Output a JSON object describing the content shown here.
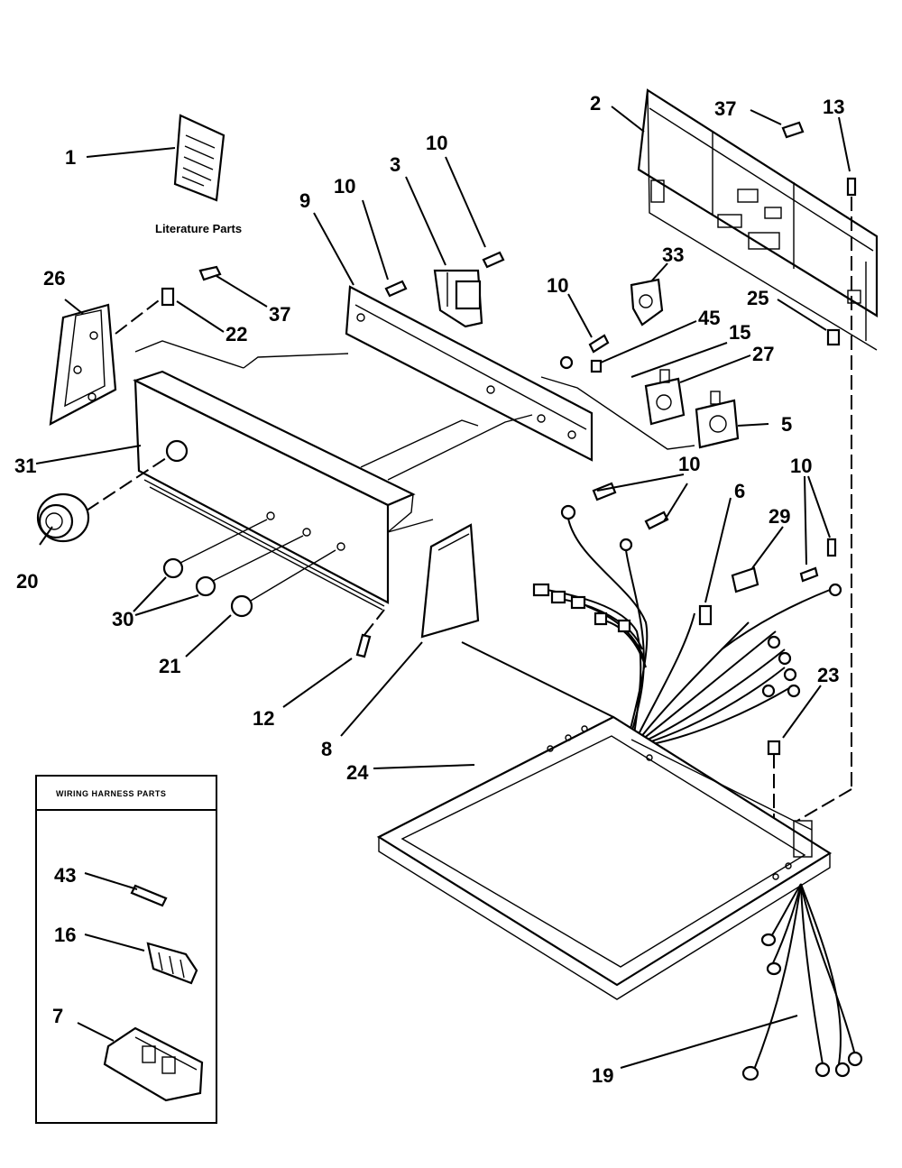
{
  "literature_caption": "Literature Parts",
  "wiring_box_title": "WIRING HARNESS PARTS",
  "callouts": [
    {
      "id": "1",
      "text": "1"
    },
    {
      "id": "2",
      "text": "2"
    },
    {
      "id": "3",
      "text": "3"
    },
    {
      "id": "5",
      "text": "5"
    },
    {
      "id": "6",
      "text": "6"
    },
    {
      "id": "7",
      "text": "7"
    },
    {
      "id": "8",
      "text": "8"
    },
    {
      "id": "9",
      "text": "9"
    },
    {
      "id": "10a",
      "text": "10"
    },
    {
      "id": "10b",
      "text": "10"
    },
    {
      "id": "10c",
      "text": "10"
    },
    {
      "id": "10d",
      "text": "10"
    },
    {
      "id": "10e",
      "text": "10"
    },
    {
      "id": "12",
      "text": "12"
    },
    {
      "id": "13",
      "text": "13"
    },
    {
      "id": "15",
      "text": "15"
    },
    {
      "id": "16",
      "text": "16"
    },
    {
      "id": "19",
      "text": "19"
    },
    {
      "id": "20",
      "text": "20"
    },
    {
      "id": "21",
      "text": "21"
    },
    {
      "id": "22",
      "text": "22"
    },
    {
      "id": "23",
      "text": "23"
    },
    {
      "id": "24",
      "text": "24"
    },
    {
      "id": "25",
      "text": "25"
    },
    {
      "id": "26",
      "text": "26"
    },
    {
      "id": "27",
      "text": "27"
    },
    {
      "id": "29",
      "text": "29"
    },
    {
      "id": "30",
      "text": "30"
    },
    {
      "id": "31",
      "text": "31"
    },
    {
      "id": "33",
      "text": "33"
    },
    {
      "id": "37a",
      "text": "37"
    },
    {
      "id": "37b",
      "text": "37"
    },
    {
      "id": "43",
      "text": "43"
    },
    {
      "id": "45",
      "text": "45"
    }
  ]
}
